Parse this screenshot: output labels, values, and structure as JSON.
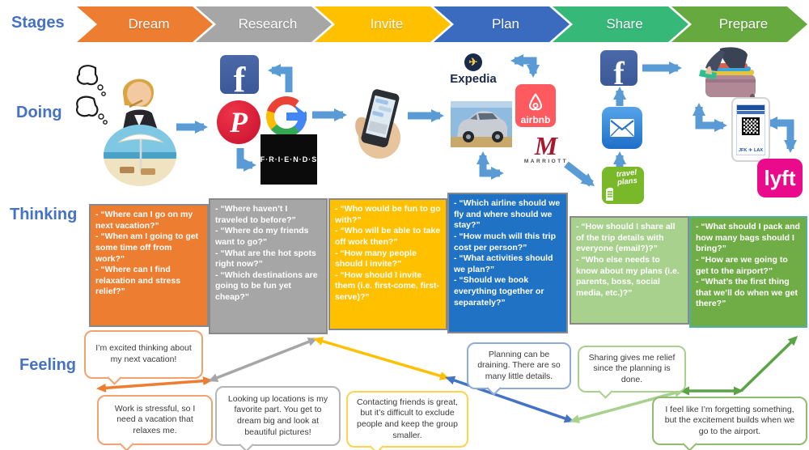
{
  "palette": {
    "row_label_blue": "#4472C4",
    "doing_arrow_blue": "#5B9BD5",
    "facebook_blue": "#3b5998",
    "pinterest_red": "#c8102e",
    "airbnb_coral": "#FF5A5F",
    "marriott_red": "#A6192E",
    "lyft_magenta": "#EA0B8C",
    "travel_green": "#79b829"
  },
  "row_labels": {
    "stages": "Stages",
    "doing": "Doing",
    "thinking": "Thinking",
    "feeling": "Feeling"
  },
  "stages": [
    {
      "label": "Dream",
      "color": "#ED7D31"
    },
    {
      "label": "Research",
      "color": "#A6A6A6"
    },
    {
      "label": "Invite",
      "color": "#FFC000"
    },
    {
      "label": "Plan",
      "color": "#3A6BBF"
    },
    {
      "label": "Share",
      "color": "#35B878"
    },
    {
      "label": "Prepare",
      "color": "#66A93F"
    }
  ],
  "doing": {
    "facebook_label": "f",
    "friends_label": "F·R·I·E·N·D·S",
    "expedia_label": "Expedia",
    "airbnb_label": "airbnb",
    "marriott_m": "M",
    "marriott_label": "MARRIOTT",
    "travel_plans_label": "travel plans",
    "lyft_label": "lyft",
    "boarding_from": "JFK",
    "boarding_to": "LAX"
  },
  "thinking": [
    {
      "color": "#ED7D31",
      "items": [
        "- “Where can I go on my next vacation?”",
        "- “When am I going to get some time off from work?”",
        "- “Where can I find relaxation and stress relief?”"
      ]
    },
    {
      "color": "#A6A6A6",
      "items": [
        "- “Where haven’t I traveled to before?”",
        "- “Where do my friends want to go?”",
        "- “What are the hot spots right now?”",
        "- “Which destinations are going to be fun yet cheap?”"
      ]
    },
    {
      "color": "#FFC000",
      "items": [
        "- “Who would be fun to go with?”",
        "- “Who will be able to take off work then?”",
        "- “How many people should I invite?”",
        "- “How should I invite them (i.e. first-come, first-serve)?”"
      ]
    },
    {
      "color": "#1F72C4",
      "items": [
        "- “Which airline should we fly and where should we stay?”",
        "- “How much will this trip cost per person?”",
        "- “What activities should we plan?”",
        "- “Should we book everything together or separately?”"
      ]
    },
    {
      "color": "#A9D18E",
      "items": [
        "- “How should I share all of the trip details with everyone (email?)?”",
        "- “Who else needs to know about my plans (i.e. parents, boss, social media, etc.)?”"
      ]
    },
    {
      "color": "#70AD47",
      "items": [
        "- “What should I pack and how many bags should I bring?”",
        "- “How are we going to get to the airport?”",
        "- “What’s the first thing that we’ll do when we get there?”"
      ]
    }
  ],
  "feeling": {
    "bubbles": [
      {
        "text": "I’m excited thinking about my next vacation!",
        "color": "#F2A16F"
      },
      {
        "text": "Work is stressful, so I need a vacation that relaxes me.",
        "color": "#F2A16F"
      },
      {
        "text": "Looking up locations is my favorite part.  You get to dream big and look at beautiful pictures!",
        "color": "#B5B5B5"
      },
      {
        "text": "Contacting friends is great, but it’s difficult to exclude people and keep the group smaller.",
        "color": "#FFD34D"
      },
      {
        "text": "Planning can be draining. There are so many little details.",
        "color": "#8FAADC"
      },
      {
        "text": "Sharing gives me relief since the planning is done.",
        "color": "#A9D18E"
      },
      {
        "text": "I feel like I’m forgetting something, but the excitement builds when we go to the airport.",
        "color": "#8FBC6F"
      }
    ],
    "line_colors": [
      "#ED7D31",
      "#A6A6A6",
      "#FFC000",
      "#4472C4",
      "#A9D18E",
      "#5BA446",
      "#5BA446"
    ]
  }
}
